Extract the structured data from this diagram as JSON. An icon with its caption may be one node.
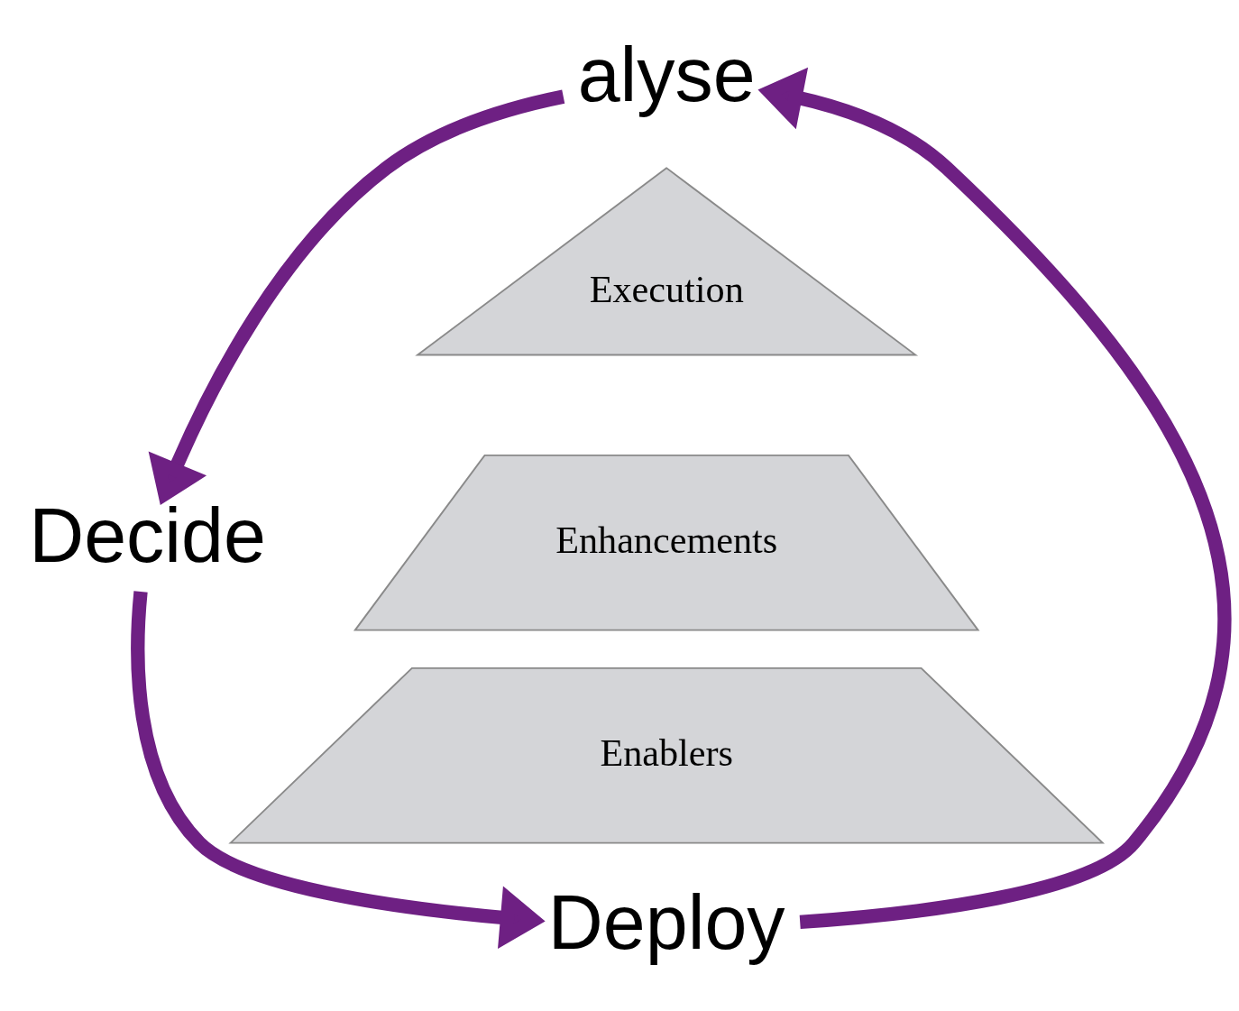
{
  "diagram": {
    "nodes": [
      {
        "text": [
          "alyse"
        ]
      },
      {
        "text": [
          "Decide"
        ]
      },
      {
        "text": [
          "Deploy"
        ]
      },
      {
        "text": [
          "Execution"
        ]
      },
      {
        "text": [
          "Enhancements"
        ]
      },
      {
        "text": [
          "Enablers"
        ]
      }
    ],
    "edges": [
      {
        "from": 0,
        "to": 1,
        "arrow": "to"
      },
      {
        "from": 1,
        "to": 2,
        "arrow": "to"
      },
      {
        "from": 2,
        "to": 0,
        "arrow": "to"
      }
    ]
  }
}
